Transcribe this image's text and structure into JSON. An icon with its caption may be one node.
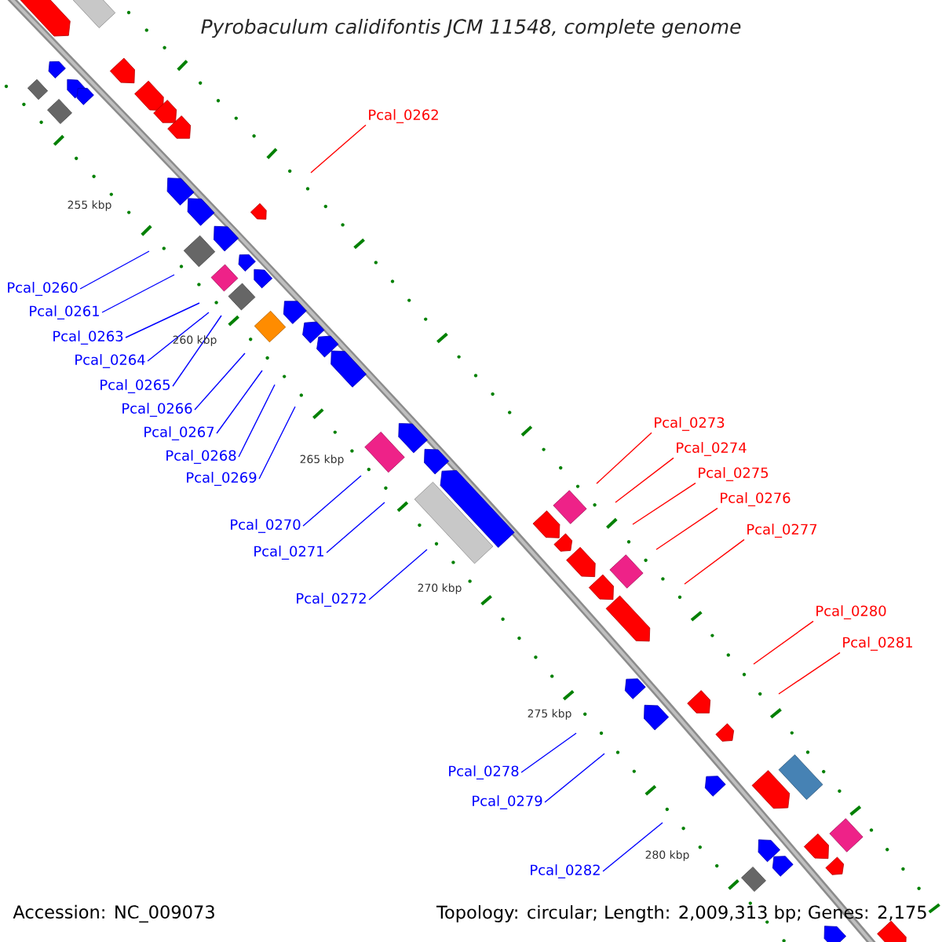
{
  "diagram": {
    "title": "Pyrobaculum calidifontis JCM 11548, complete genome",
    "nodes": [
      {
        "text": [
          "Pcal_0262"
        ]
      },
      {
        "text": [
          "Pcal_0260"
        ]
      },
      {
        "text": [
          "Pcal_0261"
        ]
      },
      {
        "text": [
          "Pcal_0263"
        ]
      },
      {
        "text": [
          "Pcal_0264"
        ]
      },
      {
        "text": [
          "Pcal_0265"
        ]
      },
      {
        "text": [
          "Pcal_0266"
        ]
      },
      {
        "text": [
          "Pcal_0267"
        ]
      },
      {
        "text": [
          "Pcal_0268"
        ]
      },
      {
        "text": [
          "Pcal_0269"
        ]
      },
      {
        "text": [
          "Pcal_0273"
        ]
      },
      {
        "text": [
          "Pcal_0274"
        ]
      },
      {
        "text": [
          "Pcal_0275"
        ]
      },
      {
        "text": [
          "Pcal_0276"
        ]
      },
      {
        "text": [
          "Pcal_0270"
        ]
      },
      {
        "text": [
          "Pcal_0277"
        ]
      },
      {
        "text": [
          "Pcal_0271"
        ]
      },
      {
        "text": [
          "Pcal_0272"
        ]
      },
      {
        "text": [
          "Pcal_0280"
        ]
      },
      {
        "text": [
          "Pcal_0281"
        ]
      },
      {
        "text": [
          "Pcal_0278"
        ]
      },
      {
        "text": [
          "Pcal_0279"
        ]
      },
      {
        "text": [
          "Pcal_0282"
        ]
      }
    ],
    "edges": [
      {
        "from": 0,
        "to": null,
        "arrow": "none",
        "color": "#ff0000"
      },
      {
        "from": 1,
        "to": null,
        "arrow": "none"
      },
      {
        "from": 2,
        "to": null,
        "arrow": "none"
      },
      {
        "from": 3,
        "to": null,
        "arrow": "none"
      },
      {
        "from": 4,
        "to": null,
        "arrow": "none"
      },
      {
        "from": 5,
        "to": null,
        "arrow": "none"
      },
      {
        "from": 6,
        "to": null,
        "arrow": "none"
      },
      {
        "from": 7,
        "to": null,
        "arrow": "none"
      },
      {
        "from": 8,
        "to": null,
        "arrow": "none"
      },
      {
        "from": 9,
        "to": null,
        "arrow": "none"
      },
      {
        "from": 10,
        "to": null,
        "arrow": "none",
        "color": "#ff0000"
      },
      {
        "from": 11,
        "to": null,
        "arrow": "none",
        "color": "#ff0000"
      },
      {
        "from": 12,
        "to": null,
        "arrow": "none",
        "color": "#ff0000"
      },
      {
        "from": 13,
        "to": null,
        "arrow": "none",
        "color": "#ff0000"
      },
      {
        "from": 14,
        "to": null,
        "arrow": "none"
      },
      {
        "from": 15,
        "to": null,
        "arrow": "none",
        "color": "#ff0000"
      },
      {
        "from": 16,
        "to": null,
        "arrow": "none"
      },
      {
        "from": 17,
        "to": null,
        "arrow": "none"
      },
      {
        "from": 18,
        "to": null,
        "arrow": "none",
        "color": "#ff0000"
      },
      {
        "from": 19,
        "to": null,
        "arrow": "none",
        "color": "#ff0000"
      },
      {
        "from": 20,
        "to": null,
        "arrow": "none"
      },
      {
        "from": 21,
        "to": null,
        "arrow": "none"
      },
      {
        "from": 22,
        "to": null,
        "arrow": "none"
      }
    ],
    "labels": [
      "255 kbp",
      "260 kbp",
      "265 kbp",
      "270 kbp",
      "275 kbp",
      "280 kbp",
      "Accession: NC_009073",
      "Topology: circular; Length: 2,009,313 bp; Genes: 2,175"
    ]
  }
}
